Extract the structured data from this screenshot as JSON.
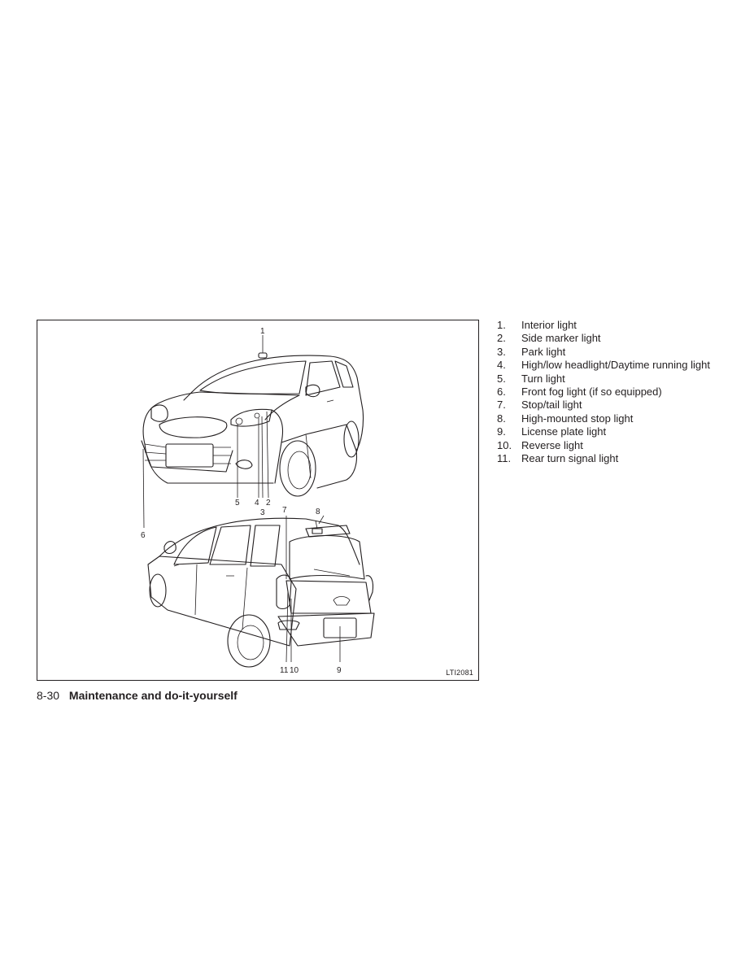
{
  "figure": {
    "code": "LTI2081",
    "callouts": {
      "c1": "1",
      "c2": "2",
      "c3": "3",
      "c4": "4",
      "c5": "5",
      "c6": "6",
      "c7": "7",
      "c8": "8",
      "c9": "9",
      "c10": "10",
      "c11": "11"
    }
  },
  "legend": [
    {
      "num": "1.",
      "text": "Interior light"
    },
    {
      "num": "2.",
      "text": "Side marker light"
    },
    {
      "num": "3.",
      "text": "Park light"
    },
    {
      "num": "4.",
      "text": "High/low headlight/Daytime running light"
    },
    {
      "num": "5.",
      "text": "Turn light"
    },
    {
      "num": "6.",
      "text": "Front fog light (if so equipped)"
    },
    {
      "num": "7.",
      "text": "Stop/tail light"
    },
    {
      "num": "8.",
      "text": "High-mounted stop light"
    },
    {
      "num": "9.",
      "text": "License plate light"
    },
    {
      "num": "10.",
      "text": "Reverse light"
    },
    {
      "num": "11.",
      "text": "Rear turn signal light"
    }
  ],
  "footer": {
    "page": "8-30",
    "section": "Maintenance and do-it-yourself"
  }
}
